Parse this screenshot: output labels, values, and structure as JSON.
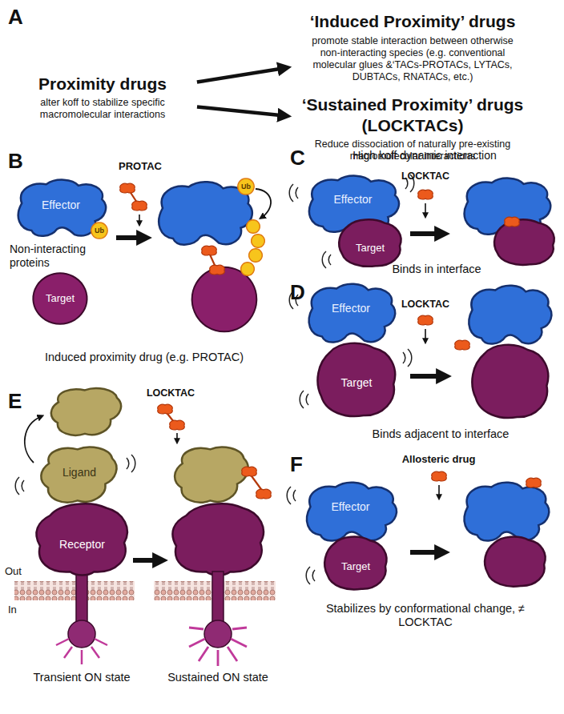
{
  "diagram": {
    "nodes": [
      {
        "text": [
          "Proximity drugs",
          "alter koff to stabilize specific macromolecular interactions"
        ]
      },
      {
        "text": [
          "‘Induced Proximity’ drugs",
          "promote stable interaction between otherwise non-interacting species (e.g. conventional molecular glues &‘TACs-PROTACs, LYTACs, DUBTACs, RNATACs, etc.)"
        ]
      },
      {
        "text": [
          "‘Sustained Proximity’ drugs (LOCKTACs)",
          "Reduce dissociation of naturally pre-existing macromolecular interactions"
        ]
      },
      {
        "text": [
          "Effector"
        ]
      },
      {
        "text": [
          "Ub"
        ]
      },
      {
        "text": [
          "Target"
        ]
      },
      {
        "text": [
          "Ub"
        ]
      },
      {
        "text": [
          "Effector"
        ]
      },
      {
        "text": [
          "Target"
        ]
      },
      {
        "text": [
          "Effector"
        ]
      },
      {
        "text": [
          "Target"
        ]
      },
      {
        "text": [
          "Ligand"
        ]
      },
      {
        "text": [
          "Receptor"
        ]
      },
      {
        "text": [
          "Effector"
        ]
      },
      {
        "text": [
          "Target"
        ]
      }
    ],
    "edges": [
      {
        "from": 0,
        "to": 1,
        "arrow": "to"
      },
      {
        "from": 0,
        "to": 2,
        "arrow": "to"
      }
    ],
    "labels": [
      "A",
      "B",
      "PROTAC",
      "Non-interacting proteins",
      "Induced proximity drug (e.g. PROTAC)",
      "C",
      "High koff dynamic interaction",
      "LOCKTAC",
      "Binds in interface",
      "D",
      "LOCKTAC",
      "Binds adjacent to interface",
      "E",
      "LOCKTAC",
      "Out",
      "In",
      "Transient ON state",
      "Sustained ON state",
      "F",
      "Allosteric drug",
      "Stabilizes by conformational change, ≠ LOCKTAC"
    ]
  }
}
